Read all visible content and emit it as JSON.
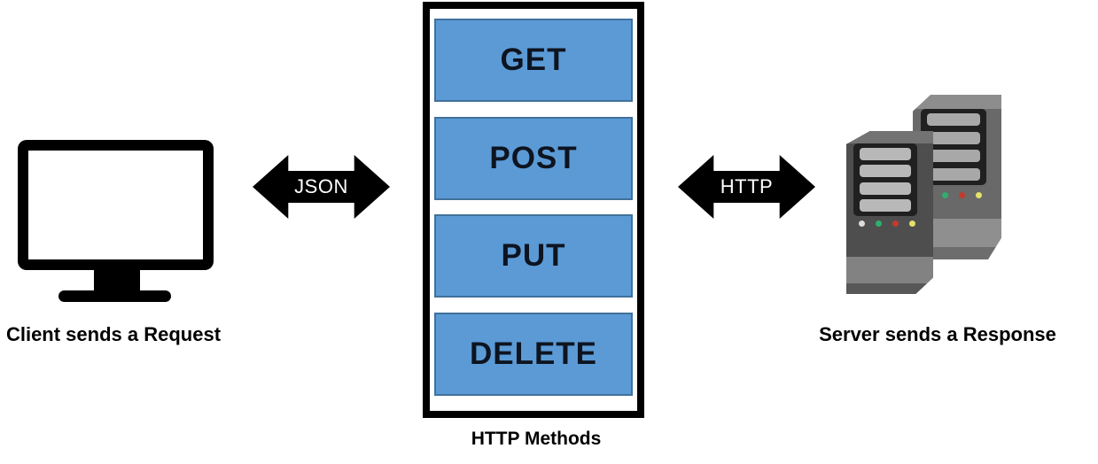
{
  "diagram": {
    "client": {
      "label": "Client sends a Request",
      "icon": "desktop-monitor-icon"
    },
    "server": {
      "label": "Server sends a Response",
      "icon": "server-stack-icon",
      "led_colors": [
        "#dcdcdc",
        "#2fae6e",
        "#c23b2e",
        "#e2e26a"
      ]
    },
    "arrows": {
      "left_label": "JSON",
      "right_label": "HTTP",
      "icon": "double-headed-arrow-icon"
    },
    "methods_box": {
      "title": "HTTP Methods",
      "methods": [
        "GET",
        "POST",
        "PUT",
        "DELETE"
      ]
    },
    "colors": {
      "background": "#ffffff",
      "method_fill": "#5b9ad5",
      "method_border": "#41719c",
      "method_text": "#0d1420",
      "box_border": "#000000",
      "arrow_fill": "#000000",
      "arrow_text": "#ffffff",
      "server_front": "#4e4e4e",
      "server_back": "#696969"
    }
  }
}
